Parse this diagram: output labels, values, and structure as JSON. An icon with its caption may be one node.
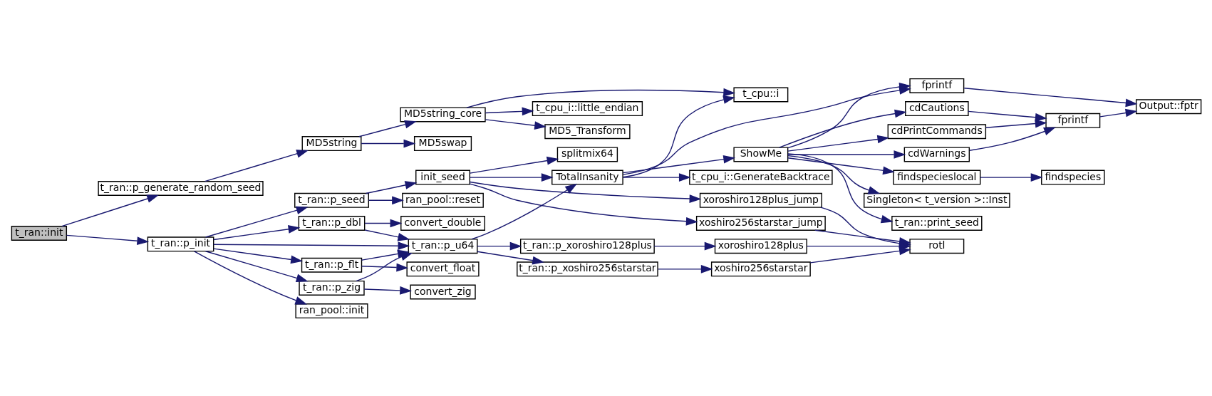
{
  "diagram": {
    "nodes": [
      {
        "text": [
          "t_ran::init"
        ]
      },
      {
        "text": [
          "t_ran::p_generate_random_seed"
        ]
      },
      {
        "text": [
          "MD5string"
        ]
      },
      {
        "text": [
          "MD5string_core"
        ]
      },
      {
        "text": [
          "t_cpu::i"
        ]
      },
      {
        "text": [
          "t_cpu_i::little_endian"
        ]
      },
      {
        "text": [
          "MD5_Transform"
        ]
      },
      {
        "text": [
          "MD5swap"
        ]
      },
      {
        "text": [
          "t_ran::p_init"
        ]
      },
      {
        "text": [
          "t_ran::p_seed"
        ]
      },
      {
        "text": [
          "init_seed"
        ]
      },
      {
        "text": [
          "splitmix64"
        ]
      },
      {
        "text": [
          "TotalInsanity"
        ]
      },
      {
        "text": [
          "fprintf"
        ]
      },
      {
        "text": [
          "Output::fptr"
        ]
      },
      {
        "text": [
          "ShowMe"
        ]
      },
      {
        "text": [
          "cdCautions"
        ]
      },
      {
        "text": [
          "fprintf"
        ]
      },
      {
        "text": [
          "cdPrintCommands"
        ]
      },
      {
        "text": [
          "cdWarnings"
        ]
      },
      {
        "text": [
          "findspecieslocal"
        ]
      },
      {
        "text": [
          "findspecies"
        ]
      },
      {
        "text": [
          "Singleton< t_version >::Inst"
        ]
      },
      {
        "text": [
          "t_ran::print_seed"
        ]
      },
      {
        "text": [
          "t_cpu_i::GenerateBacktrace"
        ]
      },
      {
        "text": [
          "xoroshiro128plus_jump"
        ]
      },
      {
        "text": [
          "xoshiro256starstar_jump"
        ]
      },
      {
        "text": [
          "rotl"
        ]
      },
      {
        "text": [
          "ran_pool::reset"
        ]
      },
      {
        "text": [
          "t_ran::p_dbl"
        ]
      },
      {
        "text": [
          "convert_double"
        ]
      },
      {
        "text": [
          "t_ran::p_u64"
        ]
      },
      {
        "text": [
          "t_ran::p_xoroshiro128plus"
        ]
      },
      {
        "text": [
          "xoroshiro128plus"
        ]
      },
      {
        "text": [
          "t_ran::p_xoshiro256starstar"
        ]
      },
      {
        "text": [
          "xoshiro256starstar"
        ]
      },
      {
        "text": [
          "t_ran::p_flt"
        ]
      },
      {
        "text": [
          "convert_float"
        ]
      },
      {
        "text": [
          "t_ran::p_zig"
        ]
      },
      {
        "text": [
          "convert_zig"
        ]
      },
      {
        "text": [
          "ran_pool::init"
        ]
      }
    ],
    "edges": [
      {
        "from": 0,
        "to": 1,
        "arrow": "to"
      },
      {
        "from": 0,
        "to": 8,
        "arrow": "to"
      },
      {
        "from": 1,
        "to": 2,
        "arrow": "to"
      },
      {
        "from": 2,
        "to": 3,
        "arrow": "to"
      },
      {
        "from": 2,
        "to": 7,
        "arrow": "to"
      },
      {
        "from": 3,
        "to": 4,
        "arrow": "to"
      },
      {
        "from": 3,
        "to": 5,
        "arrow": "to"
      },
      {
        "from": 3,
        "to": 6,
        "arrow": "to"
      },
      {
        "from": 8,
        "to": 9,
        "arrow": "to"
      },
      {
        "from": 8,
        "to": 29,
        "arrow": "to"
      },
      {
        "from": 8,
        "to": 31,
        "arrow": "to"
      },
      {
        "from": 8,
        "to": 36,
        "arrow": "to"
      },
      {
        "from": 8,
        "to": 38,
        "arrow": "to"
      },
      {
        "from": 8,
        "to": 40,
        "arrow": "to"
      },
      {
        "from": 9,
        "to": 10,
        "arrow": "to"
      },
      {
        "from": 9,
        "to": 28,
        "arrow": "to"
      },
      {
        "from": 10,
        "to": 11,
        "arrow": "to"
      },
      {
        "from": 10,
        "to": 12,
        "arrow": "to"
      },
      {
        "from": 10,
        "to": 25,
        "arrow": "to"
      },
      {
        "from": 10,
        "to": 26,
        "arrow": "to"
      },
      {
        "from": 12,
        "to": 4,
        "arrow": "to"
      },
      {
        "from": 12,
        "to": 13,
        "arrow": "to"
      },
      {
        "from": 12,
        "to": 15,
        "arrow": "to"
      },
      {
        "from": 12,
        "to": 24,
        "arrow": "to"
      },
      {
        "from": 15,
        "to": 13,
        "arrow": "to"
      },
      {
        "from": 15,
        "to": 16,
        "arrow": "to"
      },
      {
        "from": 15,
        "to": 18,
        "arrow": "to"
      },
      {
        "from": 15,
        "to": 19,
        "arrow": "to"
      },
      {
        "from": 15,
        "to": 20,
        "arrow": "to"
      },
      {
        "from": 15,
        "to": 22,
        "arrow": "to"
      },
      {
        "from": 15,
        "to": 23,
        "arrow": "to"
      },
      {
        "from": 13,
        "to": 14,
        "arrow": "to"
      },
      {
        "from": 16,
        "to": 17,
        "arrow": "to"
      },
      {
        "from": 18,
        "to": 17,
        "arrow": "to"
      },
      {
        "from": 19,
        "to": 17,
        "arrow": "to"
      },
      {
        "from": 17,
        "to": 14,
        "arrow": "to"
      },
      {
        "from": 20,
        "to": 21,
        "arrow": "to"
      },
      {
        "from": 25,
        "to": 27,
        "arrow": "to"
      },
      {
        "from": 26,
        "to": 27,
        "arrow": "to"
      },
      {
        "from": 29,
        "to": 30,
        "arrow": "to"
      },
      {
        "from": 29,
        "to": 31,
        "arrow": "to"
      },
      {
        "from": 31,
        "to": 12,
        "arrow": "to"
      },
      {
        "from": 31,
        "to": 32,
        "arrow": "to"
      },
      {
        "from": 31,
        "to": 34,
        "arrow": "to"
      },
      {
        "from": 32,
        "to": 33,
        "arrow": "to"
      },
      {
        "from": 33,
        "to": 27,
        "arrow": "to"
      },
      {
        "from": 34,
        "to": 35,
        "arrow": "to"
      },
      {
        "from": 35,
        "to": 27,
        "arrow": "to"
      },
      {
        "from": 36,
        "to": 31,
        "arrow": "to"
      },
      {
        "from": 36,
        "to": 37,
        "arrow": "to"
      },
      {
        "from": 38,
        "to": 31,
        "arrow": "to"
      },
      {
        "from": 38,
        "to": 39,
        "arrow": "to"
      }
    ]
  }
}
